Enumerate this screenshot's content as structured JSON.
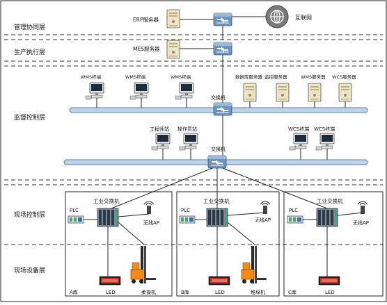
{
  "layers": {
    "management": "管理协同层",
    "production": "生产执行层",
    "monitoring": "监督控制层",
    "field_control": "现场控制层",
    "field_device": "现场设备层"
  },
  "nodes": {
    "erp_server": "ERP服务器",
    "internet": "互联网",
    "mes_server": "MES服务器",
    "wms_terminal": "WMS终端",
    "database_server": "数据库服务器",
    "monitor_server": "监控服务器",
    "wms_server": "WMS服务器",
    "wcs_server": "WCS服务器",
    "switch": "交换机",
    "engineering_station": "工程师站",
    "operator_station": "操作员站",
    "wcs_terminal": "WCS终端",
    "industrial_switch": "工业交换机",
    "plc": "PLC",
    "wireless_ap": "无线AP",
    "led": "LED",
    "stacker_a": "柔操机",
    "stacker_b": "堆垛机"
  },
  "zones": {
    "a": "A库",
    "b": "B库",
    "c": "C库"
  },
  "colors": {
    "dashed_line": "#333333",
    "bus_fill": "#bcd3ea",
    "bus_stroke": "#5a7ea6",
    "switch_blue": "#6f93bd",
    "server_beige": "#efe4c0",
    "forklift_orange": "#f28a1e",
    "led_red": "#c0392b",
    "plc_green": "#4aa36e"
  }
}
